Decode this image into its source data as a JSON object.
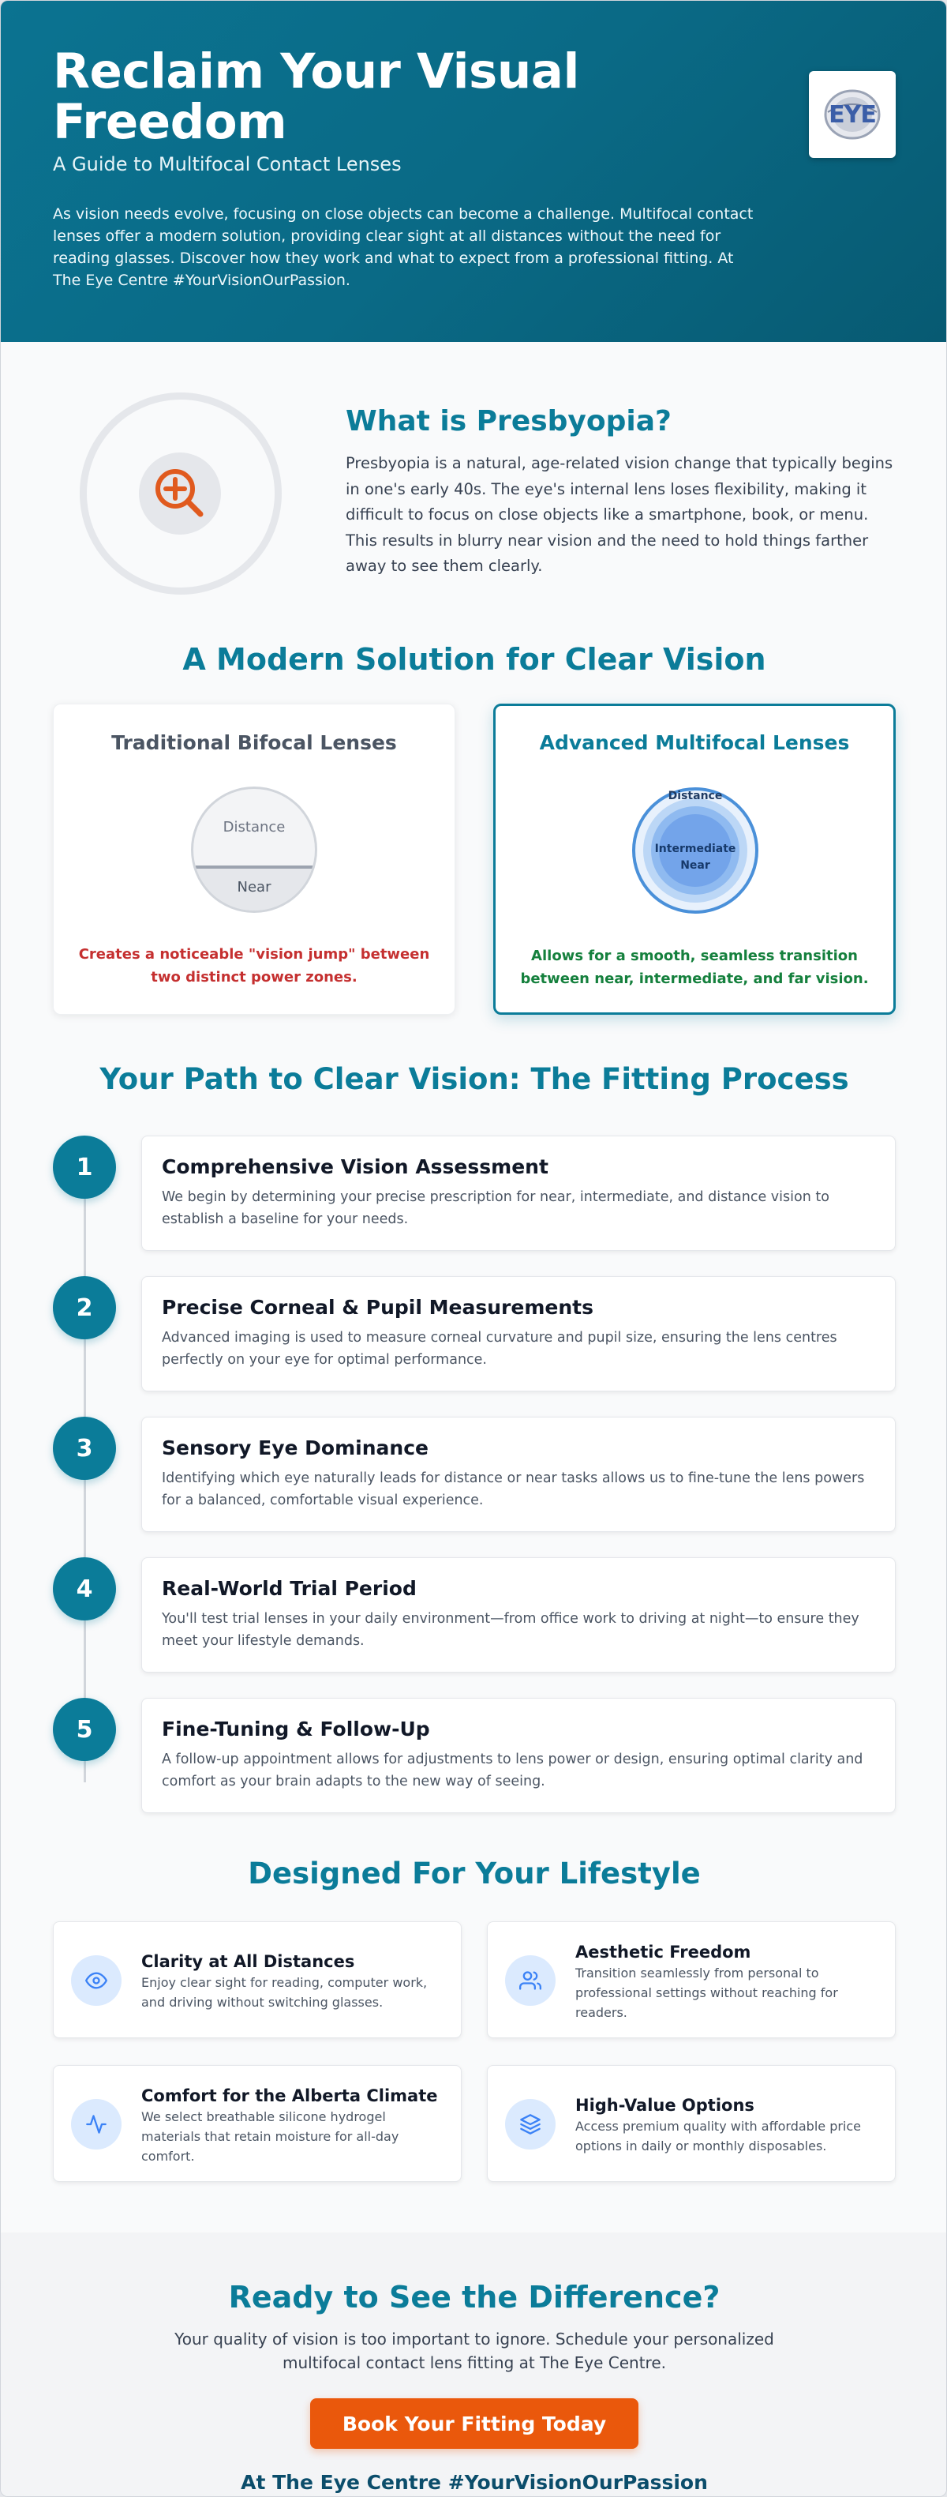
{
  "header": {
    "title": "Reclaim Your Visual Freedom",
    "subtitle": "A Guide to Multifocal Contact Lenses",
    "intro": "As vision needs evolve, focusing on close objects can become a challenge. Multifocal contact lenses offer a modern solution, providing clear sight at all distances without the need for reading glasses. Discover how they work and what to expect from a professional fitting. At The Eye Centre #YourVisionOurPassion.",
    "logo_text": "EYE",
    "logo_icon": "eye-centre-logo"
  },
  "presbyopia": {
    "icon": "zoom-in-magnifier-icon",
    "title": "What is Presbyopia?",
    "text": "Presbyopia is a natural, age-related vision change that typically begins in one's early 40s. The eye's internal lens loses flexibility, making it difficult to focus on close objects like a smartphone, book, or menu. This results in blurry near vision and the need to hold things farther away to see them clearly."
  },
  "solution": {
    "title": "A Modern Solution for Clear Vision",
    "bifocal": {
      "title": "Traditional Bifocal Lenses",
      "top_label": "Distance",
      "bottom_label": "Near",
      "caption": "Creates a noticeable \"vision jump\" between two distinct power zones."
    },
    "multifocal": {
      "title": "Advanced Multifocal Lenses",
      "outer_label": "Distance",
      "middle_label": "Intermediate",
      "inner_label": "Near",
      "caption": "Allows for a smooth, seamless transition between near, intermediate, and far vision."
    }
  },
  "process": {
    "title": "Your Path to Clear Vision: The Fitting Process",
    "steps": [
      {
        "number": "1",
        "title": "Comprehensive Vision Assessment",
        "desc": "We begin by determining your precise prescription for near, intermediate, and distance vision to establish a baseline for your needs."
      },
      {
        "number": "2",
        "title": "Precise Corneal & Pupil Measurements",
        "desc": "Advanced imaging is used to measure corneal curvature and pupil size, ensuring the lens centres perfectly on your eye for optimal performance."
      },
      {
        "number": "3",
        "title": "Sensory Eye Dominance",
        "desc": "Identifying which eye naturally leads for distance or near tasks allows us to fine-tune the lens powers for a balanced, comfortable visual experience."
      },
      {
        "number": "4",
        "title": "Real-World Trial Period",
        "desc": "You'll test trial lenses in your daily environment—from office work to driving at night—to ensure they meet your lifestyle demands."
      },
      {
        "number": "5",
        "title": "Fine-Tuning & Follow-Up",
        "desc": "A follow-up appointment allows for adjustments to lens power or design, ensuring optimal clarity and comfort as your brain adapts to the new way of seeing."
      }
    ]
  },
  "lifestyle": {
    "title": "Designed For Your Lifestyle",
    "features": [
      {
        "icon": "eye-icon",
        "title": "Clarity at All Distances",
        "desc": "Enjoy clear sight for reading, computer work, and driving without switching glasses."
      },
      {
        "icon": "users-icon",
        "title": "Aesthetic Freedom",
        "desc": "Transition seamlessly from personal to professional settings without reaching for readers."
      },
      {
        "icon": "activity-icon",
        "title": "Comfort for the Alberta Climate",
        "desc": "We select breathable silicone hydrogel materials that retain moisture for all-day comfort."
      },
      {
        "icon": "layers-icon",
        "title": "High-Value Options",
        "desc": "Access premium quality with affordable price options in daily or monthly disposables."
      }
    ]
  },
  "cta": {
    "title": "Ready to See the Difference?",
    "text": "Your quality of vision is too important to ignore. Schedule your personalized multifocal contact lens fitting at The Eye Centre.",
    "button_label": "Book Your Fitting Today",
    "tagline": "At The Eye Centre #YourVisionOurPassion"
  },
  "colors": {
    "primary": "#0b7c99",
    "accent": "#ea580c",
    "warning_text": "#c53030",
    "success_text": "#15803d",
    "lens_blue": "#4a90d9"
  }
}
